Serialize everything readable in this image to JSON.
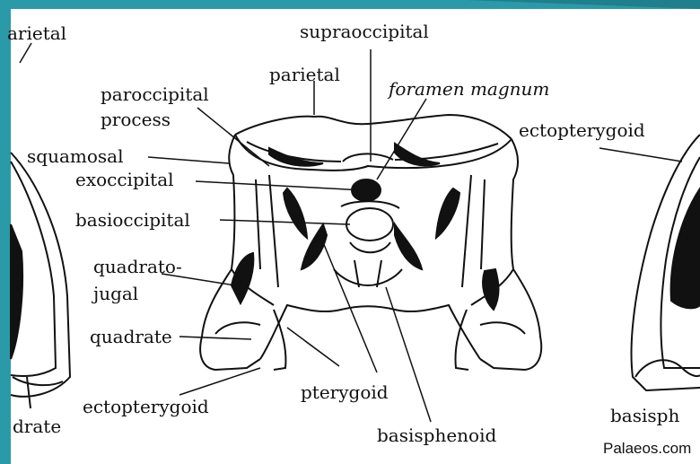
{
  "labels": {
    "parietal_left": "arietal",
    "supraoccipital": "supraoccipital",
    "parietal": "parietal",
    "foramen_magnum": "foramen magnum",
    "paroccipital_1": "paroccipital",
    "paroccipital_2": "process",
    "ectopterygoid_right": "ectopterygoid",
    "squamosal": "squamosal",
    "exoccipital": "exoccipital",
    "basioccipital": "basioccipital",
    "quadratojugal_1": "quadrato-",
    "quadratojugal_2": "jugal",
    "quadrate": "quadrate",
    "pterygoid": "pterygoid",
    "ectopterygoid_bottom": "ectopterygoid",
    "quadrate_left": "drate",
    "basisphenoid": "basisphenoid",
    "basisph_right": "basisph"
  },
  "credit": "Palaeos.com",
  "colors": {
    "frame": "#2b9aa8",
    "ink": "#111111"
  }
}
